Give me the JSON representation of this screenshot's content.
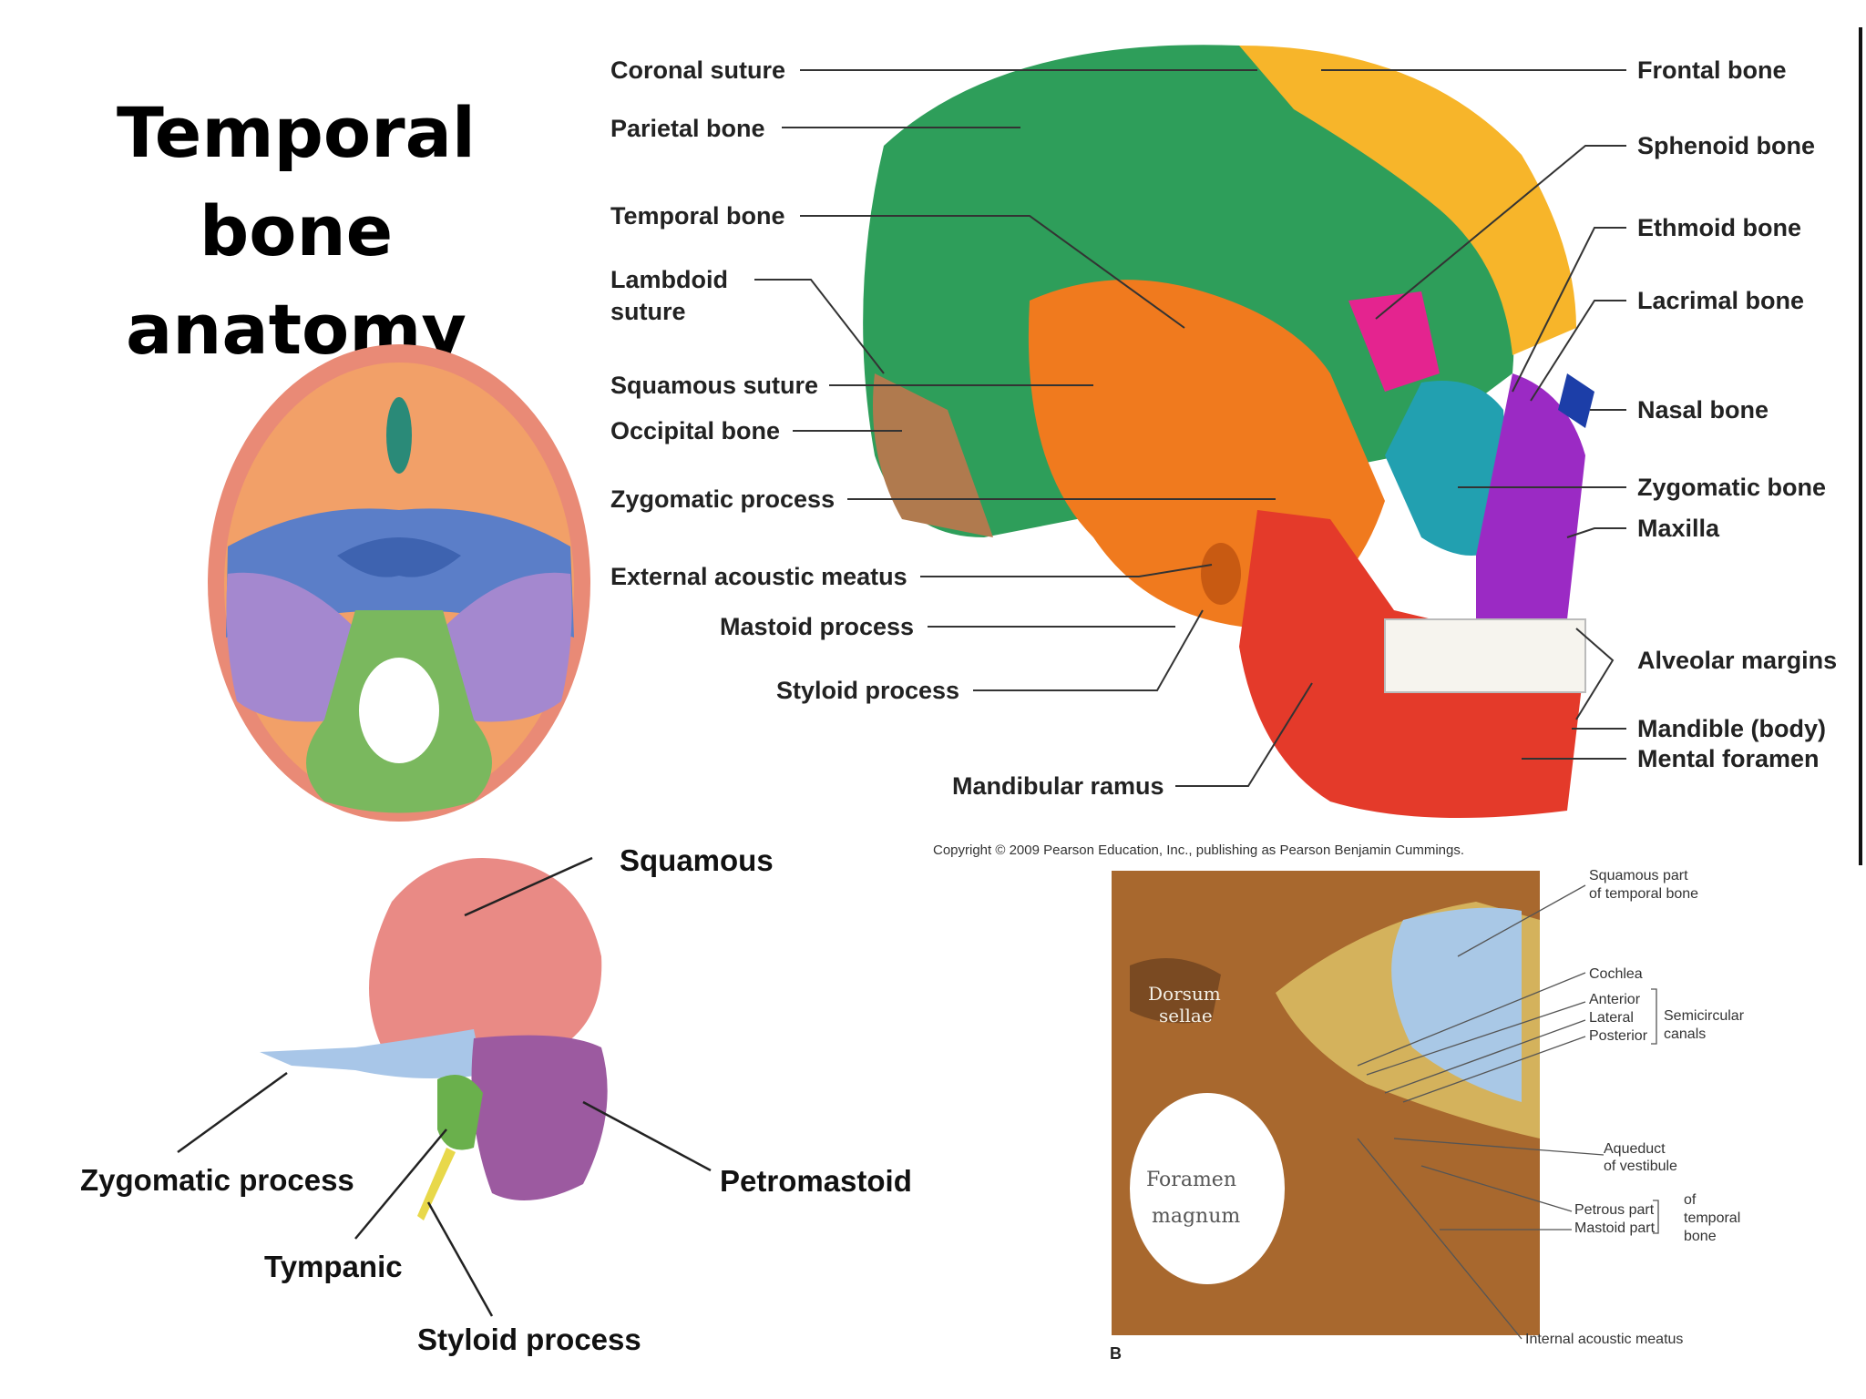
{
  "title": {
    "line1": "Temporal bone",
    "line2": "anatomy"
  },
  "lateral_view": {
    "labels_left": [
      "Coronal suture",
      "Parietal bone",
      "Temporal bone",
      "Lambdoid",
      "suture",
      "Squamous suture",
      "Occipital bone",
      "Zygomatic process",
      "External acoustic meatus",
      "Mastoid process",
      "Styloid process",
      "Mandibular ramus"
    ],
    "labels_right": [
      "Frontal bone",
      "Sphenoid bone",
      "Ethmoid bone",
      "Lacrimal bone",
      "Nasal bone",
      "Zygomatic bone",
      "Maxilla",
      "Alveolar margins",
      "Mandible (body)",
      "Mental foramen"
    ],
    "copyright": "Copyright © 2009 Pearson Education, Inc., publishing as Pearson Benjamin Cummings."
  },
  "isolated_view": {
    "labels": [
      "Squamous",
      "Zygomatic process",
      "Petromastoid",
      "Tympanic",
      "Styloid process"
    ]
  },
  "cranial_floor_view": {
    "inline_text": [
      "Dorsum",
      "sellae",
      "Foramen",
      "magnum"
    ],
    "labels": [
      "Squamous part",
      "of temporal bone",
      "Cochlea",
      "Anterior",
      "Lateral",
      "Posterior",
      "Semicircular",
      "canals",
      "Aqueduct",
      "of vestibule",
      "Petrous part",
      "Mastoid part",
      "of",
      "temporal",
      "bone",
      "Internal acoustic meatus"
    ],
    "panel_letter": "B"
  },
  "colors": {
    "parietal": "#2e9e5a",
    "frontal": "#f7b52a",
    "temporal": "#f07a1e",
    "occipital": "#b07a4e",
    "sphenoid": "#e4248f",
    "zygomatic": "#22a0b0",
    "maxilla": "#9b2ac4",
    "mandible": "#e43a2a",
    "nasal": "#1c3ea8",
    "squamous_iso": "#e98a85",
    "petromastoid_iso": "#9c5aa0",
    "tympanic_iso": "#6ab04c",
    "styloid_iso": "#e8d84a"
  }
}
